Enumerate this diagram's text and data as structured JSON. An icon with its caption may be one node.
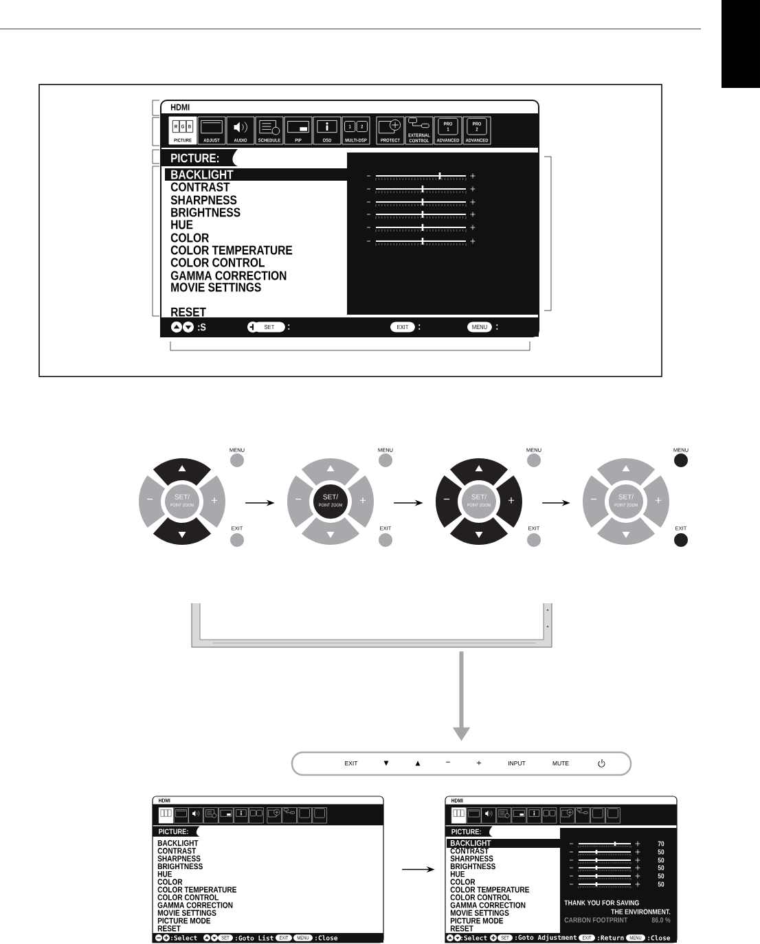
{
  "diagram": {
    "nodes": [
      {
        "text": [
          "HDMI",
          "R",
          "G",
          "B",
          "PICTURE",
          "ADJUST",
          "AUDIO",
          "SCHEDULE",
          "PIP",
          "OSD",
          "1",
          "2",
          "MULTI-DSP",
          "PROTECT",
          "EXTERNAL CONTROL",
          "PRO 1",
          "ADVANCED",
          "PRO 2",
          "ADVANCED",
          "PICTURE:",
          "BACKLIGHT",
          "CONTRAST",
          "SHARPNESS",
          "BRIGHTNESS",
          "HUE",
          "COLOR",
          "COLOR TEMPERATURE",
          "COLOR CONTROL",
          "GAMMA CORRECTION",
          "MOVIE SETTINGS",
          "RESET",
          ":S",
          "SET",
          ":",
          "EXIT",
          ":",
          "MENU",
          ":"
        ]
      },
      {
        "text": [
          "MENU",
          "SET/",
          "POINT ZOOM",
          "−",
          "+",
          "EXIT"
        ]
      },
      {
        "text": [
          "MENU",
          "SET/",
          "POINT ZOOM",
          "−",
          "+",
          "EXIT"
        ]
      },
      {
        "text": [
          "MENU",
          "SET/",
          "POINT ZOOM",
          "−",
          "+",
          "EXIT"
        ]
      },
      {
        "text": [
          "MENU",
          "SET/",
          "POINT ZOOM",
          "−",
          "+",
          "EXIT"
        ]
      },
      {
        "text": [],
        "shape": "picture"
      },
      {
        "text": [
          "EXIT",
          "▼",
          "▲",
          "−",
          "+",
          "INPUT",
          "MUTE"
        ]
      },
      {
        "text": [
          "HDMI",
          "PICTURE:",
          "BACKLIGHT",
          "CONTRAST",
          "SHARPNESS",
          "BRIGHTNESS",
          "HUE",
          "COLOR",
          "COLOR TEMPERATURE",
          "COLOR CONTROL",
          "GAMMA CORRECTION",
          "MOVIE SETTINGS",
          "PICTURE MODE",
          "RESET",
          ":Select",
          "SET",
          ":Goto List",
          "EXIT",
          "MENU",
          ":Close"
        ]
      },
      {
        "text": [
          "HDMI",
          "PICTURE:",
          "BACKLIGHT",
          "CONTRAST",
          "SHARPNESS",
          "BRIGHTNESS",
          "HUE",
          "COLOR",
          "COLOR TEMPERATURE",
          "COLOR CONTROL",
          "GAMMA CORRECTION",
          "MOVIE SETTINGS",
          "PICTURE MODE",
          "RESET",
          "70",
          "50",
          "50",
          "50",
          "50",
          "50",
          "THANK YOU FOR SAVING",
          "THE ENVIRONMENT.",
          "CARBON FOOTPRINT",
          "86.0 %",
          ":Select",
          "SET",
          ":Goto Adjustment",
          "EXIT",
          ":Return",
          "MENU",
          ":Close"
        ]
      }
    ],
    "edges": [
      {
        "from": 1,
        "to": 2,
        "arrow": "to"
      },
      {
        "from": 2,
        "to": 3,
        "arrow": "to"
      },
      {
        "from": 3,
        "to": 4,
        "arrow": "to"
      },
      {
        "from": 5,
        "to": 6,
        "arrow": "to",
        "style": "thick",
        "color": "#a6a6a6"
      },
      {
        "from": 7,
        "to": 8,
        "arrow": "to"
      }
    ]
  }
}
